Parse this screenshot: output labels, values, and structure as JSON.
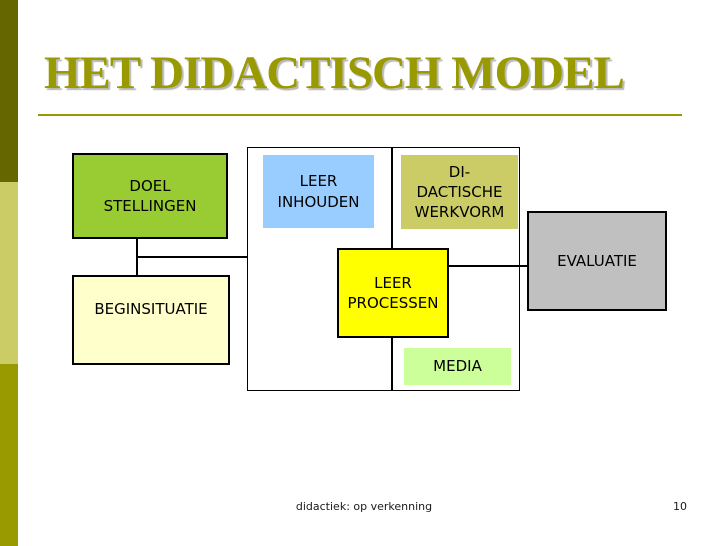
{
  "slide": {
    "title": "HET DIDACTISCH MODEL",
    "footer": "didactiek: op verkenning",
    "page_number": "10"
  },
  "colors": {
    "title_text": "#999900",
    "title_rule": "#999900",
    "sidebar_top": "#666600",
    "sidebar_middle": "#CCCC66",
    "sidebar_bottom": "#999900",
    "box_doelstellingen": "#99CC33",
    "box_beginsituatie": "#FFFFCC",
    "box_leerinhouden": "#99CCFF",
    "box_didactische_werkvorm": "#CCCC66",
    "box_leerprocessen": "#FFFF00",
    "box_media": "#CCFF99",
    "box_evaluatie": "#C0C0C0",
    "connector": "#000000"
  },
  "diagram": {
    "boxes": {
      "doelstellingen": {
        "label": "DOEL\nSTELLINGEN"
      },
      "beginsituatie": {
        "label": "BEGINSITUATIE"
      },
      "leerinhouden": {
        "label": "LEER\nINHOUDEN"
      },
      "didactische_werkvorm": {
        "label": "DI-\nDACTISCHE\nWERKVORM"
      },
      "leerprocessen": {
        "label": "LEER\nPROCESSEN"
      },
      "media": {
        "label": "MEDIA"
      },
      "evaluatie": {
        "label": "EVALUATIE"
      }
    }
  }
}
